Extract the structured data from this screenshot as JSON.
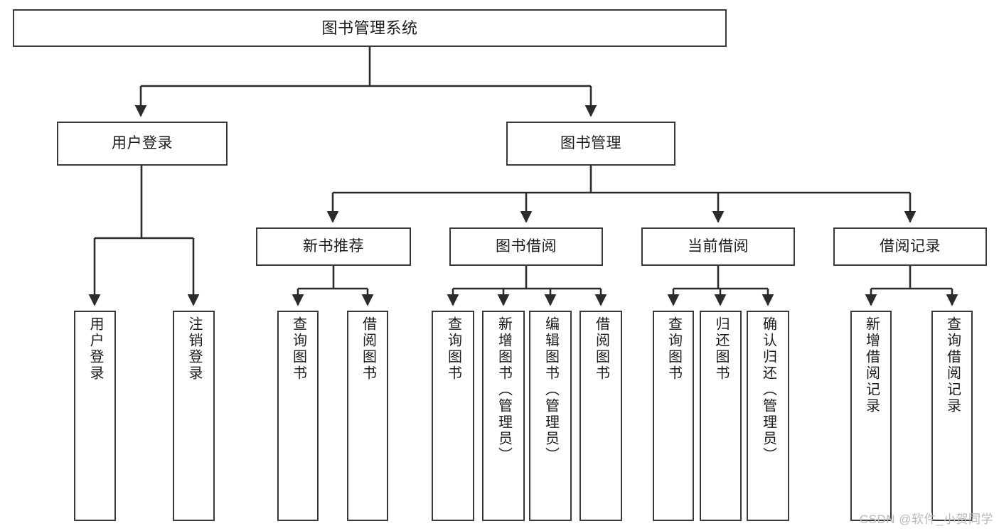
{
  "diagram": {
    "type": "tree",
    "title": "图书管理系统",
    "orientation": "top-down",
    "colors": {
      "background": "#ffffff",
      "box_border": "#3a3a3a",
      "box_fill": "#ffffff",
      "text": "#1b1b1b",
      "connector": "#2b2b2b",
      "watermark": "#b9b9b9"
    }
  },
  "watermark": {
    "text": "CSDN @软件_小贺同学"
  },
  "nodes": {
    "root": {
      "label": "图书管理系统"
    },
    "level2": [
      {
        "id": "user-login",
        "label": "用户登录"
      },
      {
        "id": "book-management",
        "label": "图书管理"
      }
    ],
    "level3": [
      {
        "id": "new-book-recommend",
        "label": "新书推荐"
      },
      {
        "id": "book-borrow",
        "label": "图书借阅"
      },
      {
        "id": "current-borrow",
        "label": "当前借阅"
      },
      {
        "id": "borrow-record",
        "label": "借阅记录"
      }
    ],
    "leaves": {
      "user-login": [
        {
          "id": "leaf-user-login",
          "label": "用户登录"
        },
        {
          "id": "leaf-logout-login",
          "label": "注销登录"
        }
      ],
      "new-book-recommend": [
        {
          "id": "leaf-query-book-1",
          "label": "查询图书"
        },
        {
          "id": "leaf-borrow-book-1",
          "label": "借阅图书"
        }
      ],
      "book-borrow": [
        {
          "id": "leaf-query-book-2",
          "label": "查询图书"
        },
        {
          "id": "leaf-add-book",
          "label": "新增图书（管理员）"
        },
        {
          "id": "leaf-edit-book",
          "label": "编辑图书（管理员）"
        },
        {
          "id": "leaf-borrow-book-2",
          "label": "借阅图书"
        }
      ],
      "current-borrow": [
        {
          "id": "leaf-query-book-3",
          "label": "查询图书"
        },
        {
          "id": "leaf-return-book",
          "label": "归还图书"
        },
        {
          "id": "leaf-confirm-return",
          "label": "确认归还（管理员）"
        }
      ],
      "borrow-record": [
        {
          "id": "leaf-add-record",
          "label": "新增借阅记录"
        },
        {
          "id": "leaf-query-record",
          "label": "查询借阅记录"
        }
      ]
    }
  }
}
